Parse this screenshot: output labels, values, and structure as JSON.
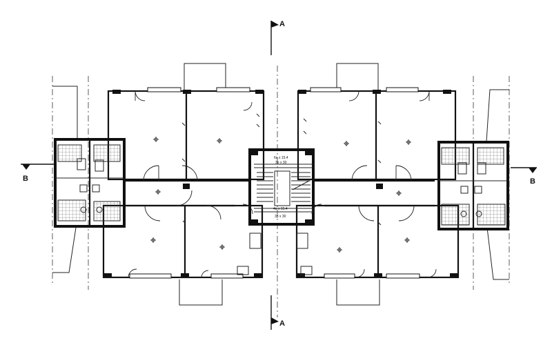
{
  "section_markers": {
    "a_top": "A",
    "a_bottom": "A",
    "b_left": "B",
    "b_right": "B"
  },
  "stair_notes": {
    "upper_1": "6a x 15.4",
    "upper_2": "3p x 30",
    "lower_1": "4a x 15.4",
    "lower_2": "3p x 30"
  },
  "colors": {
    "ink": "#111111",
    "paper": "#ffffff"
  }
}
